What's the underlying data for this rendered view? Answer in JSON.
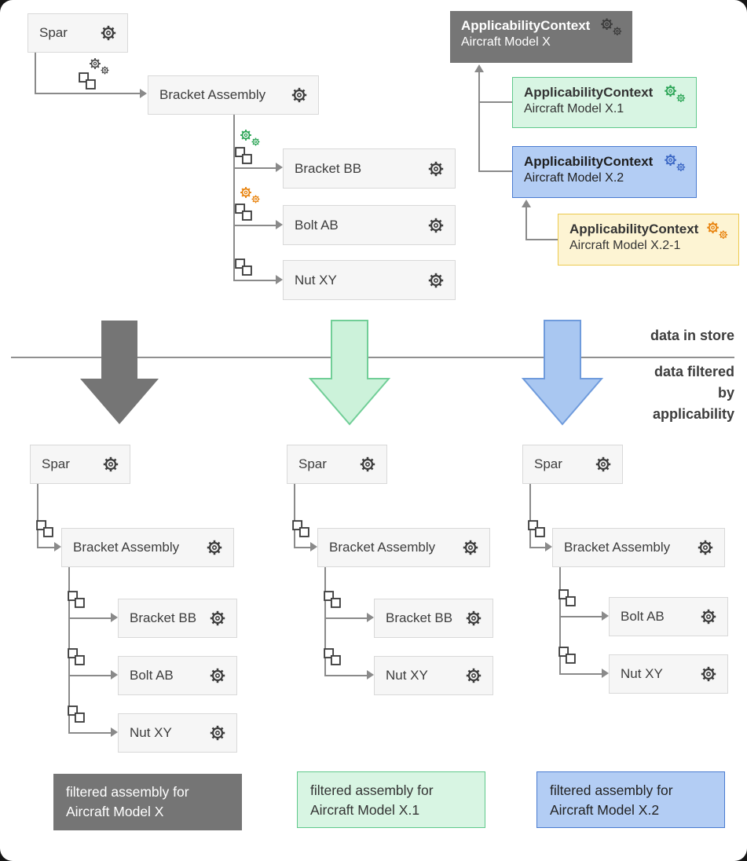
{
  "store_tree": {
    "spar": "Spar",
    "bracket_assembly": "Bracket Assembly",
    "bracket_bb": "Bracket BB",
    "bolt_ab": "Bolt AB",
    "nut_xy": "Nut XY"
  },
  "contexts": {
    "model_x": {
      "title": "ApplicabilityContext",
      "subtitle": "Aircraft Model X"
    },
    "model_x1": {
      "title": "ApplicabilityContext",
      "subtitle": "Aircraft Model X.1"
    },
    "model_x2": {
      "title": "ApplicabilityContext",
      "subtitle": "Aircraft Model X.2"
    },
    "model_x21": {
      "title": "ApplicabilityContext",
      "subtitle": "Aircraft Model X.2-1"
    }
  },
  "divider_labels": {
    "above": "data in store",
    "below": "data filtered by applicability"
  },
  "filtered_trees": {
    "model_x": {
      "spar": "Spar",
      "bracket_assembly": "Bracket Assembly",
      "bracket_bb": "Bracket BB",
      "bolt_ab": "Bolt AB",
      "nut_xy": "Nut XY",
      "caption": "filtered assembly for Aircraft Model X"
    },
    "model_x1": {
      "spar": "Spar",
      "bracket_assembly": "Bracket Assembly",
      "bracket_bb": "Bracket BB",
      "nut_xy": "Nut XY",
      "caption": "filtered assembly for Aircraft Model X.1"
    },
    "model_x2": {
      "spar": "Spar",
      "bracket_assembly": "Bracket Assembly",
      "bolt_ab": "Bolt AB",
      "nut_xy": "Nut XY",
      "caption": "filtered assembly for Aircraft Model X.2"
    }
  },
  "colors": {
    "context_gray_bg": "#767676",
    "context_green_bg": "#d8f5e3",
    "context_green_border": "#5fc98b",
    "context_blue_bg": "#b3cdf4",
    "context_blue_border": "#4a7bd0",
    "context_yellow_bg": "#fdf4d3",
    "context_yellow_border": "#ecca4e",
    "gear_green": "#2aa455",
    "gear_orange": "#e8820c",
    "gear_blue": "#3a66c4",
    "gear_dark": "#3d3d3d",
    "connector": "#8a8a8a",
    "arrow_gray_fill": "#757575",
    "arrow_green_fill": "#ccf2da",
    "arrow_green_border": "#71ce97",
    "arrow_blue_fill": "#a9c7f1",
    "arrow_blue_border": "#6f9bdc"
  },
  "icons": {
    "gear-icon": "⚙",
    "double-gear-icon": "⚙⚙",
    "occurrence-icon": "⧉ (two overlapping squares)",
    "arrowhead": "▶"
  }
}
